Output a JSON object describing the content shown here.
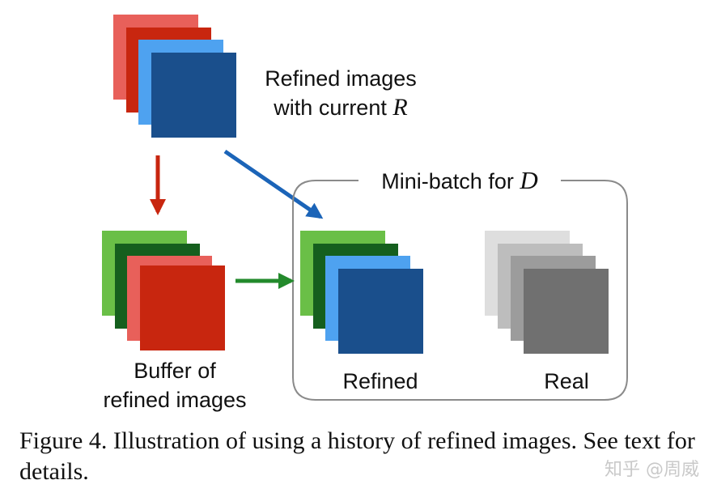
{
  "labels": {
    "refined_current_line1": "Refined images",
    "refined_current_line2_prefix": "with current ",
    "refined_current_var": "R",
    "minibatch_prefix": "Mini-batch for ",
    "minibatch_var": "D",
    "buffer_line1": "Buffer of",
    "buffer_line2": "refined images",
    "refined": "Refined",
    "real": "Real"
  },
  "caption": "Figure 4. Illustration of using a history of refined images. See text for details.",
  "watermark": "知乎 @周威",
  "colors": {
    "salmon": "#E8605A",
    "red": "#C8260F",
    "light_blue": "#4EA2F0",
    "dark_blue": "#1A4F8C",
    "light_green": "#6ABF47",
    "dark_green": "#155F1E",
    "gray1": "#DEDEDE",
    "gray2": "#BDBDBD",
    "gray3": "#9C9C9C",
    "gray4": "#707070",
    "arrow_red": "#C8260F",
    "arrow_blue": "#1B64B8",
    "arrow_green": "#238A2C",
    "box_stroke": "#8A8A8A"
  }
}
